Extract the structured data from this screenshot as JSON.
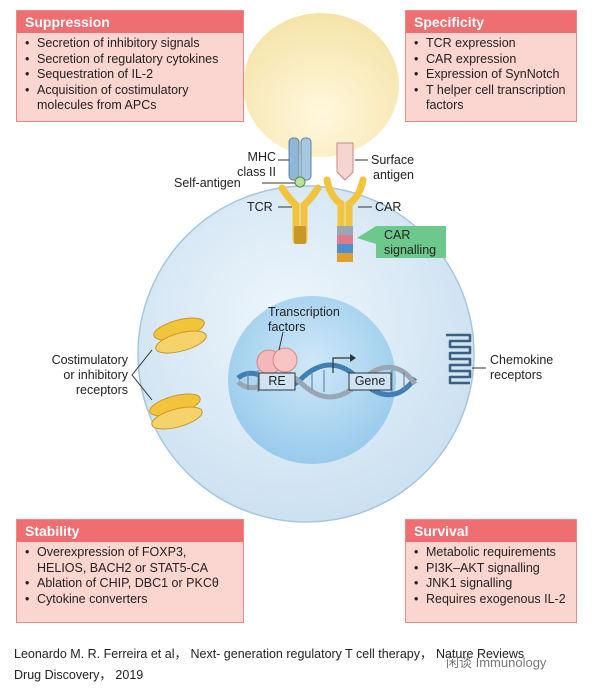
{
  "boxes": {
    "suppression": {
      "title": "Suppression",
      "items": [
        "Secretion of inhibitory signals",
        "Secretion of regulatory cytokines",
        "Sequestration of IL-2",
        "Acquisition of costimulatory molecules from APCs"
      ]
    },
    "specificity": {
      "title": "Specificity",
      "items": [
        "TCR expression",
        "CAR expression",
        "Expression of SynNotch",
        "T helper cell transcription factors"
      ]
    },
    "stability": {
      "title": "Stability",
      "items": [
        "Overexpression of FOXP3, HELIOS, BACH2 or STAT5-CA",
        "Ablation of CHIP, DBC1 or PKCθ",
        "Cytokine converters"
      ]
    },
    "survival": {
      "title": "Survival",
      "items": [
        "Metabolic requirements",
        "PI3K–AKT signalling",
        "JNK1 signalling",
        "Requires exogenous IL-2"
      ]
    }
  },
  "labels": {
    "mhc_line1": "MHC",
    "mhc_line2": "class II",
    "self_antigen": "Self-antigen",
    "tcr": "TCR",
    "surface_antigen_line1": "Surface",
    "surface_antigen_line2": "antigen",
    "car": "CAR",
    "car_signalling_line1": "CAR",
    "car_signalling_line2": "signalling",
    "transcription_line1": "Transcription",
    "transcription_line2": "factors",
    "re": "RE",
    "gene": "Gene",
    "costim_line1": "Costimulatory",
    "costim_line2": "or inhibitory",
    "costim_line3": "receptors",
    "chemokine_line1": "Chemokine",
    "chemokine_line2": "receptors"
  },
  "caption": {
    "line1": "Leonardo M. R. Ferreira et al， Next- generation regulatory T cell therapy， Nature Reviews",
    "line2": "Drug Discovery， 2019"
  },
  "watermark": "闲谈 Immunology",
  "colors": {
    "box_header": "#ee6e72",
    "box_fill": "#fbd5d0",
    "cell": "#cfe3f2",
    "nucleus": "#a9d3ee",
    "apc": "#fbeec2",
    "tcr_blue": "#8fb6d6",
    "car_gold": "#f2c43c",
    "car_signal_green": "#6cc98b"
  }
}
